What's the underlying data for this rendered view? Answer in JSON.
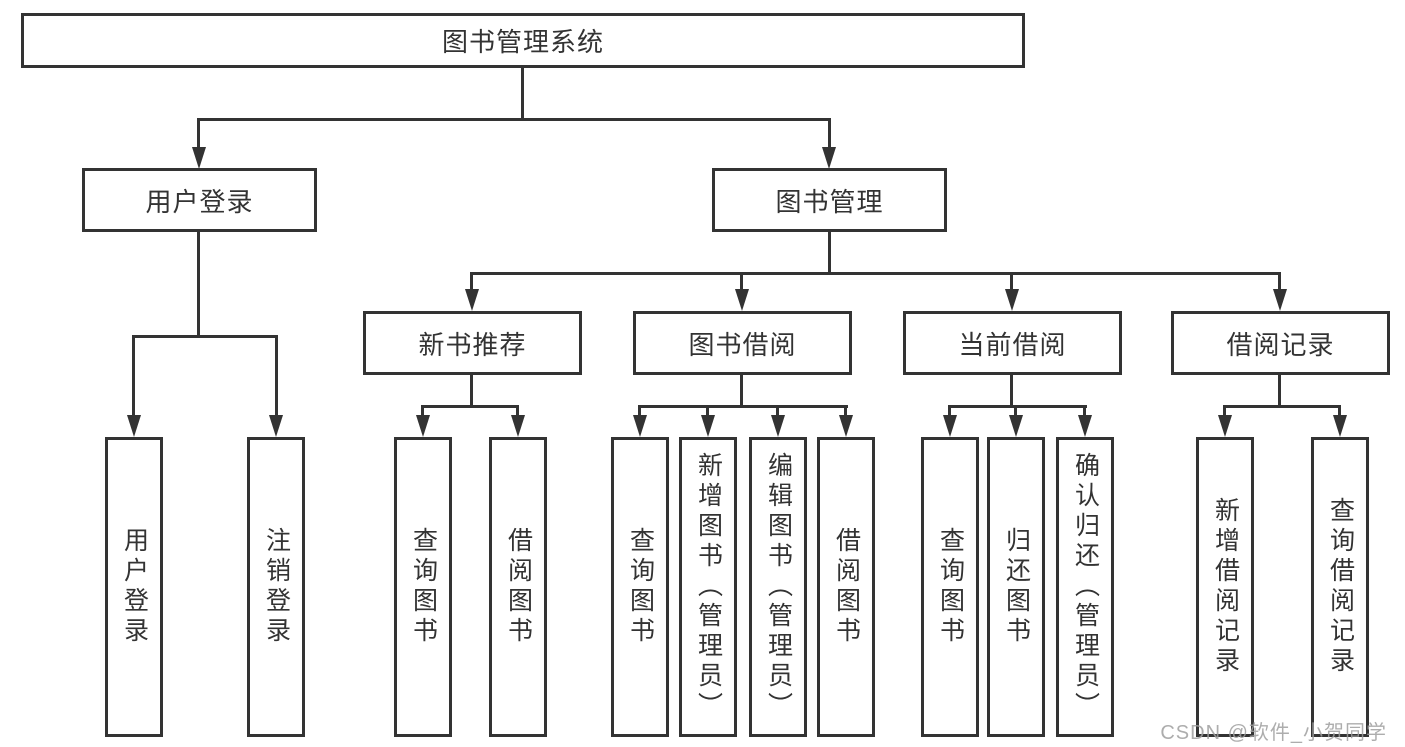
{
  "diagram": {
    "title_hint": "图书管理系统功能结构图",
    "colors": {
      "line": "#333333",
      "text": "#333333",
      "watermark": "#9f9f9f",
      "background": "#ffffff"
    },
    "root": {
      "label": "图书管理系统"
    },
    "level2": [
      {
        "label": "用户登录"
      },
      {
        "label": "图书管理"
      }
    ],
    "level3": [
      {
        "label": "新书推荐"
      },
      {
        "label": "图书借阅"
      },
      {
        "label": "当前借阅"
      },
      {
        "label": "借阅记录"
      }
    ],
    "leaves": [
      {
        "label": "用户登录"
      },
      {
        "label": "注销登录"
      },
      {
        "label": "查询图书"
      },
      {
        "label": "借阅图书"
      },
      {
        "label": "查询图书"
      },
      {
        "label": "新增图书（管理员）"
      },
      {
        "label": "编辑图书（管理员）"
      },
      {
        "label": "借阅图书"
      },
      {
        "label": "查询图书"
      },
      {
        "label": "归还图书"
      },
      {
        "label": "确认归还（管理员）"
      },
      {
        "label": "新增借阅记录"
      },
      {
        "label": "查询借阅记录"
      }
    ],
    "watermark": "CSDN @软件_小贺同学"
  }
}
